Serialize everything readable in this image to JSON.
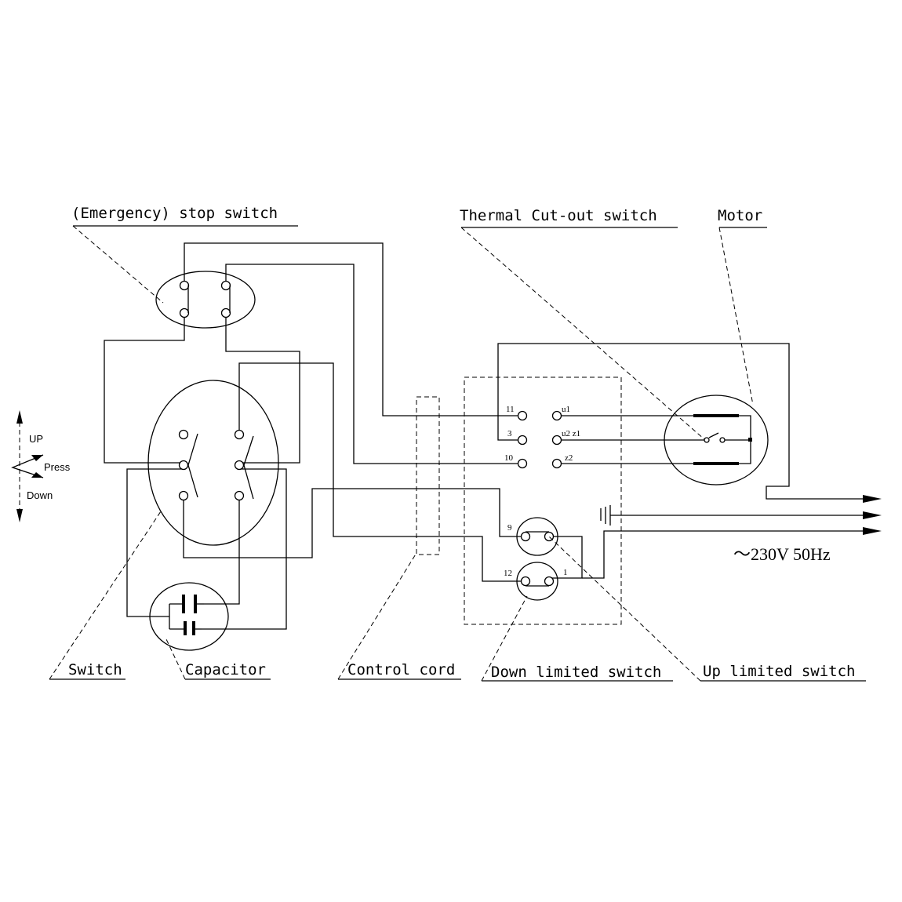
{
  "labels": {
    "emergency_stop_switch": "(Emergency) stop switch",
    "thermal_cutout_switch": "Thermal Cut-out switch",
    "motor": "Motor",
    "switch": "Switch",
    "capacitor": "Capacitor",
    "control_cord": "Control cord",
    "down_limited_switch": "Down limited switch",
    "up_limited_switch": "Up limited switch",
    "supply": "～230V 50Hz"
  },
  "direction": {
    "up": "UP",
    "press": "Press",
    "down": "Down"
  },
  "terminals": {
    "t11": "11",
    "t3": "3",
    "t10": "10",
    "u1": "u1",
    "u2z1": "u2 z1",
    "z2": "z2",
    "t9": "9",
    "t12": "12",
    "t1": "1"
  }
}
